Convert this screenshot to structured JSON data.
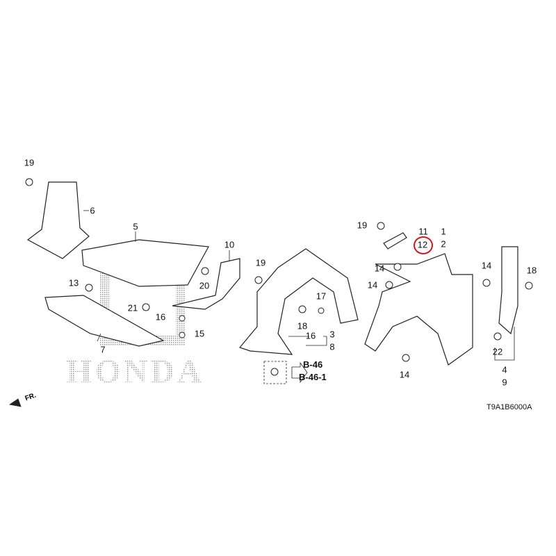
{
  "diagram": {
    "watermark": "HONDA",
    "code": "T9A1B6000A",
    "front_indicator": "FR.",
    "highlight_color": "#d7141a",
    "highlighted_part": "12",
    "reference": {
      "line1": "B-46",
      "line2": "B-46-1"
    },
    "callouts": [
      {
        "id": "c19a",
        "text": "19"
      },
      {
        "id": "c6",
        "text": "6"
      },
      {
        "id": "c5",
        "text": "5"
      },
      {
        "id": "c10",
        "text": "10"
      },
      {
        "id": "c19b",
        "text": "19"
      },
      {
        "id": "c20",
        "text": "20"
      },
      {
        "id": "c13",
        "text": "13"
      },
      {
        "id": "c21",
        "text": "21"
      },
      {
        "id": "c16a",
        "text": "16"
      },
      {
        "id": "c15",
        "text": "15"
      },
      {
        "id": "c7",
        "text": "7"
      },
      {
        "id": "c17",
        "text": "17"
      },
      {
        "id": "c18a",
        "text": "18"
      },
      {
        "id": "c16b",
        "text": "16"
      },
      {
        "id": "c3",
        "text": "3"
      },
      {
        "id": "c8",
        "text": "8"
      },
      {
        "id": "c19c",
        "text": "19"
      },
      {
        "id": "c11",
        "text": "11"
      },
      {
        "id": "c12",
        "text": "12"
      },
      {
        "id": "c1",
        "text": "1"
      },
      {
        "id": "c2",
        "text": "2"
      },
      {
        "id": "c14a",
        "text": "14"
      },
      {
        "id": "c14b",
        "text": "14"
      },
      {
        "id": "c14c",
        "text": "14"
      },
      {
        "id": "c18b",
        "text": "18"
      },
      {
        "id": "c22",
        "text": "22"
      },
      {
        "id": "c4",
        "text": "4"
      },
      {
        "id": "c9",
        "text": "9"
      },
      {
        "id": "c14d",
        "text": "14"
      }
    ]
  }
}
